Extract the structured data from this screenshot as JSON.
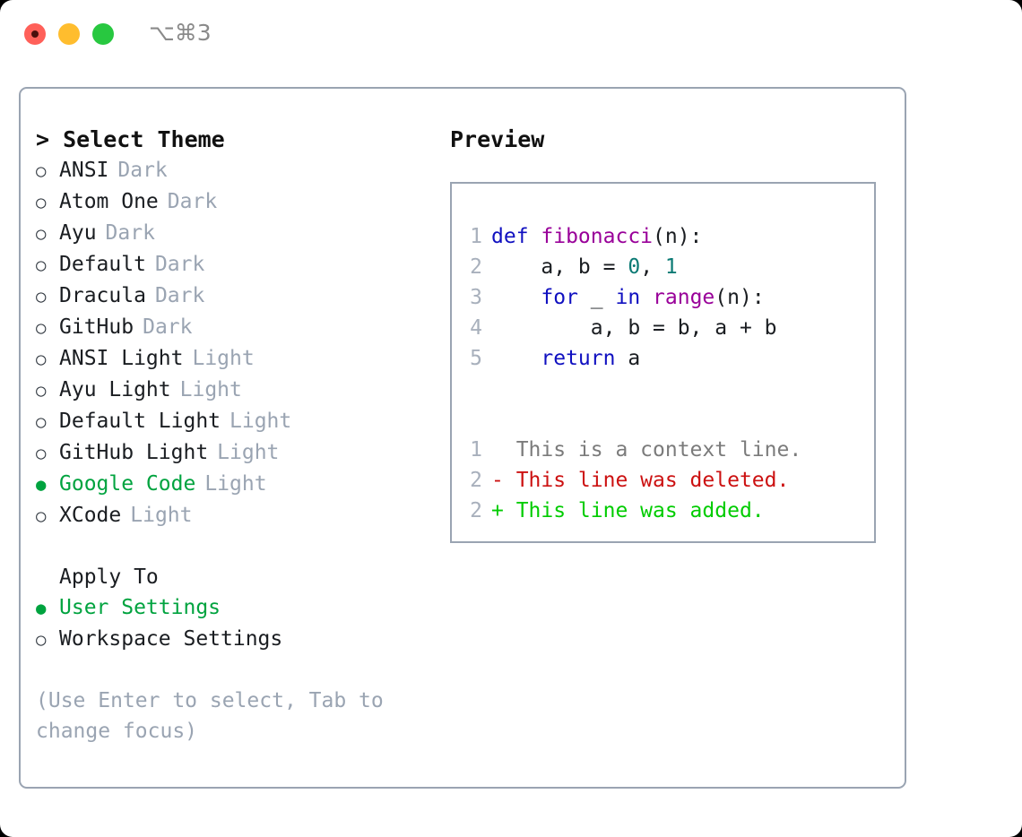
{
  "titlebar": {
    "traffic_lights": [
      {
        "name": "close",
        "color": "#ff6059"
      },
      {
        "name": "minimize",
        "color": "#ffbd2e"
      },
      {
        "name": "maximize",
        "color": "#28c840"
      }
    ],
    "shortcut": "⌥⌘3"
  },
  "theme_picker": {
    "heading": "> Select Theme",
    "bullet_unselected": "○",
    "bullet_selected": "●",
    "items": [
      {
        "name": "ANSI",
        "variant": "Dark",
        "selected": false
      },
      {
        "name": "Atom One",
        "variant": "Dark",
        "selected": false
      },
      {
        "name": "Ayu",
        "variant": "Dark",
        "selected": false
      },
      {
        "name": "Default",
        "variant": "Dark",
        "selected": false
      },
      {
        "name": "Dracula",
        "variant": "Dark",
        "selected": false
      },
      {
        "name": "GitHub",
        "variant": "Dark",
        "selected": false
      },
      {
        "name": "ANSI Light",
        "variant": "Light",
        "selected": false
      },
      {
        "name": "Ayu Light",
        "variant": "Light",
        "selected": false
      },
      {
        "name": "Default Light",
        "variant": "Light",
        "selected": false
      },
      {
        "name": "GitHub Light",
        "variant": "Light",
        "selected": false
      },
      {
        "name": "Google Code",
        "variant": "Light",
        "selected": true
      },
      {
        "name": "XCode",
        "variant": "Light",
        "selected": false
      }
    ]
  },
  "apply_to": {
    "label": "Apply To",
    "options": [
      {
        "name": "User Settings",
        "selected": true
      },
      {
        "name": "Workspace Settings",
        "selected": false
      }
    ]
  },
  "hint": "(Use Enter to select, Tab to change focus)",
  "preview": {
    "title": "Preview",
    "code_lines": [
      {
        "no": "1",
        "tokens": [
          {
            "t": "def ",
            "c": "kw"
          },
          {
            "t": "fibonacci",
            "c": "fn"
          },
          {
            "t": "(n):",
            "c": "pl"
          }
        ]
      },
      {
        "no": "2",
        "tokens": [
          {
            "t": "    a, b = ",
            "c": "pl"
          },
          {
            "t": "0",
            "c": "num"
          },
          {
            "t": ", ",
            "c": "pl"
          },
          {
            "t": "1",
            "c": "num"
          }
        ]
      },
      {
        "no": "3",
        "tokens": [
          {
            "t": "    ",
            "c": "pl"
          },
          {
            "t": "for",
            "c": "kw"
          },
          {
            "t": " _ ",
            "c": "pl"
          },
          {
            "t": "in",
            "c": "kw"
          },
          {
            "t": " ",
            "c": "pl"
          },
          {
            "t": "range",
            "c": "fn"
          },
          {
            "t": "(n):",
            "c": "pl"
          }
        ]
      },
      {
        "no": "4",
        "tokens": [
          {
            "t": "        a, b = b, a + b",
            "c": "pl"
          }
        ]
      },
      {
        "no": "5",
        "tokens": [
          {
            "t": "    ",
            "c": "pl"
          },
          {
            "t": "return",
            "c": "kw"
          },
          {
            "t": " a",
            "c": "pl"
          }
        ]
      }
    ],
    "diff_lines": [
      {
        "no": "1",
        "text": "  This is a context line.",
        "kind": "ctx"
      },
      {
        "no": "2",
        "text": "- This line was deleted.",
        "kind": "del"
      },
      {
        "no": "2",
        "text": "+ This line was added.",
        "kind": "add"
      }
    ]
  },
  "colors": {
    "accent_green": "#00a33f",
    "muted": "#9aa4b2",
    "border": "#9aa4b2",
    "keyword": "#1010c0",
    "function": "#990099",
    "number": "#0b7a74",
    "diff_delete": "#cc1111",
    "diff_add": "#00cc00"
  }
}
